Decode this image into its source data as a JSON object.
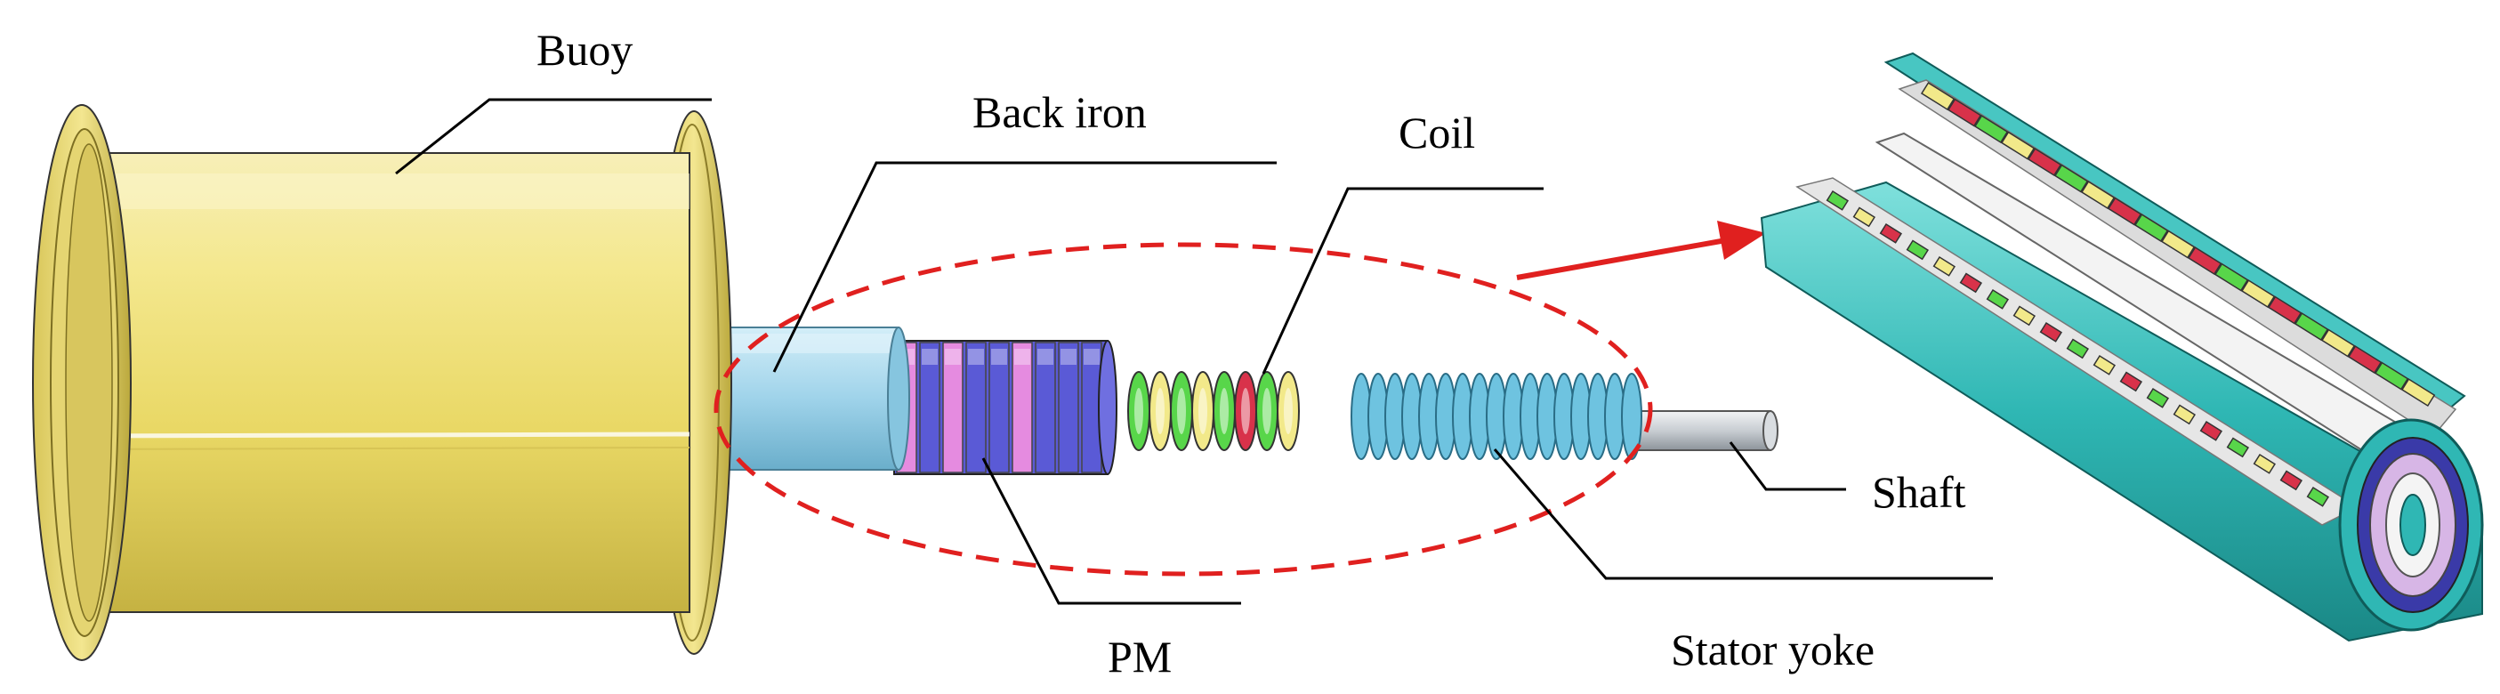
{
  "labels": {
    "buoy": "Buoy",
    "back_iron": "Back iron",
    "coil": "Coil",
    "shaft": "Shaft",
    "pm": "PM",
    "stator_yoke": "Stator yoke"
  },
  "colors": {
    "buoy": "#f2e37a",
    "back_iron": "#9fd3ea",
    "pm_pink": "#e58be0",
    "pm_blue": "#5a5ad6",
    "coil_green": "#58d64a",
    "coil_yellow": "#f2e98a",
    "coil_red": "#d8324a",
    "stator_yoke": "#6ec3e0",
    "shaft": "#c8cdd2",
    "highlight_ellipse": "#e0201f",
    "cutaway_teal": "#2fb7b4"
  }
}
